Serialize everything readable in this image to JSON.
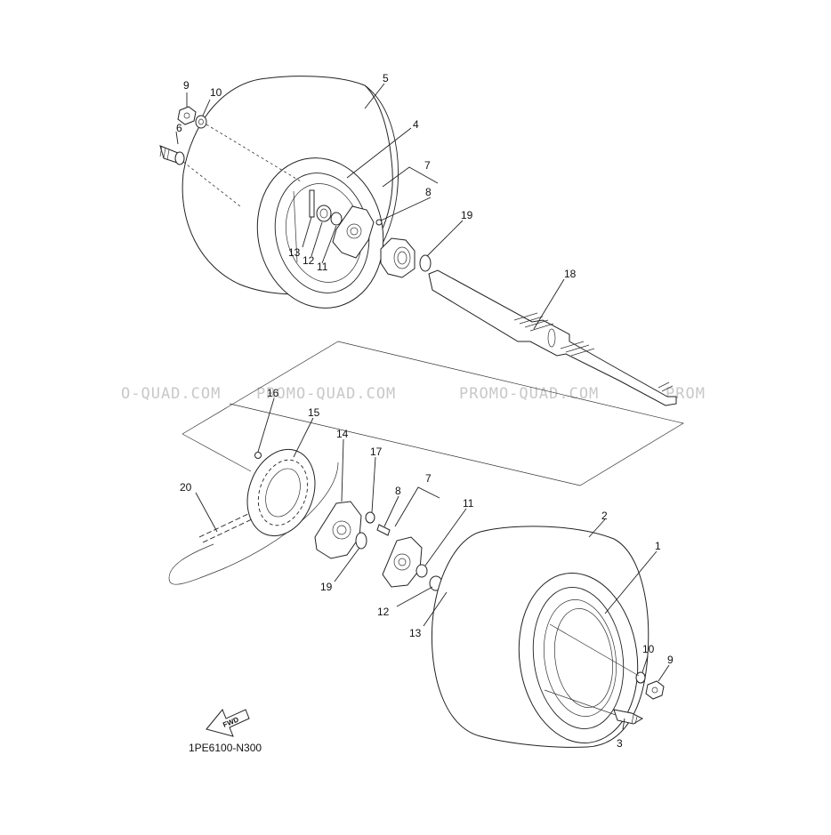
{
  "watermark": {
    "left": "O-QUAD.COM",
    "center": "PROMO-QUAD.COM",
    "right": "PROMO-QUAD.COM",
    "edge": "PROM"
  },
  "diagram_code": "1PE6100-N300",
  "fwd_label": "FWD",
  "callouts": {
    "upper_9": "9",
    "upper_10": "10",
    "upper_5": "5",
    "upper_6": "6",
    "upper_4": "4",
    "upper_7": "7",
    "upper_8": "8",
    "upper_19": "19",
    "upper_13": "13",
    "upper_12": "12",
    "upper_11": "11",
    "upper_18": "18",
    "lower_16": "16",
    "lower_15": "15",
    "lower_14": "14",
    "lower_17": "17",
    "lower_7": "7",
    "lower_8": "8",
    "lower_11": "11",
    "lower_20": "20",
    "lower_19": "19",
    "lower_2": "2",
    "lower_1": "1",
    "lower_12": "12",
    "lower_13": "13",
    "lower_10": "10",
    "lower_9": "9",
    "lower_3": "3"
  }
}
